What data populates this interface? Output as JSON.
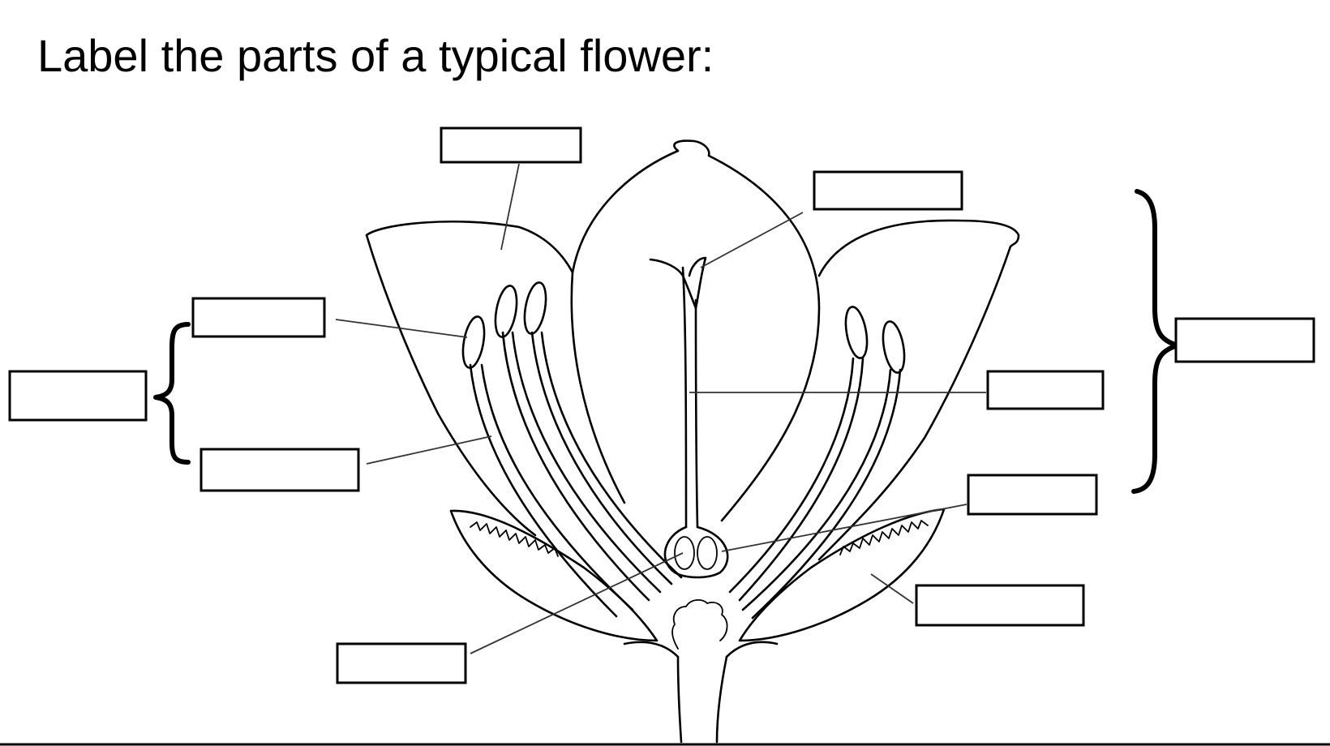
{
  "title": "Label the parts of a typical flower:",
  "colors": {
    "ink": "#000000",
    "background": "#ffffff"
  },
  "label_boxes": [
    {
      "id": "petal",
      "text": ""
    },
    {
      "id": "stigma",
      "text": ""
    },
    {
      "id": "anther",
      "text": ""
    },
    {
      "id": "stamen",
      "text": ""
    },
    {
      "id": "filament",
      "text": ""
    },
    {
      "id": "style",
      "text": ""
    },
    {
      "id": "carpel",
      "text": ""
    },
    {
      "id": "ovary",
      "text": ""
    },
    {
      "id": "sepal",
      "text": ""
    },
    {
      "id": "ovule",
      "text": ""
    }
  ]
}
